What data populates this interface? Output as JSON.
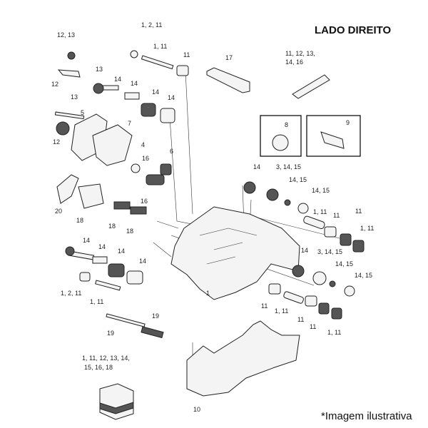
{
  "title": "LADO DIREITO",
  "note": "*Imagem ilustrativa",
  "labels": [
    "12, 13",
    "1, 2, 11",
    "1, 11",
    "11",
    "17",
    "11, 12, 13,",
    "14, 16",
    "13",
    "13",
    "12",
    "14",
    "14",
    "14",
    "14",
    "5",
    "12",
    "7",
    "8",
    "9",
    "4",
    "16",
    "6",
    "14",
    "3, 14, 15",
    "14, 15",
    "14, 15",
    "16",
    "20",
    "18",
    "18",
    "18",
    "1, 11",
    "11",
    "11",
    "1, 11",
    "14",
    "14",
    "14",
    "14",
    "14",
    "3, 14, 15",
    "14, 15",
    "14, 15",
    "1, 2, 11",
    "1, 11",
    "1",
    "11",
    "1, 11",
    "11",
    "11",
    "1, 11",
    "19",
    "19",
    "1, 11, 12, 13, 14,",
    "15, 16, 18",
    "10"
  ]
}
